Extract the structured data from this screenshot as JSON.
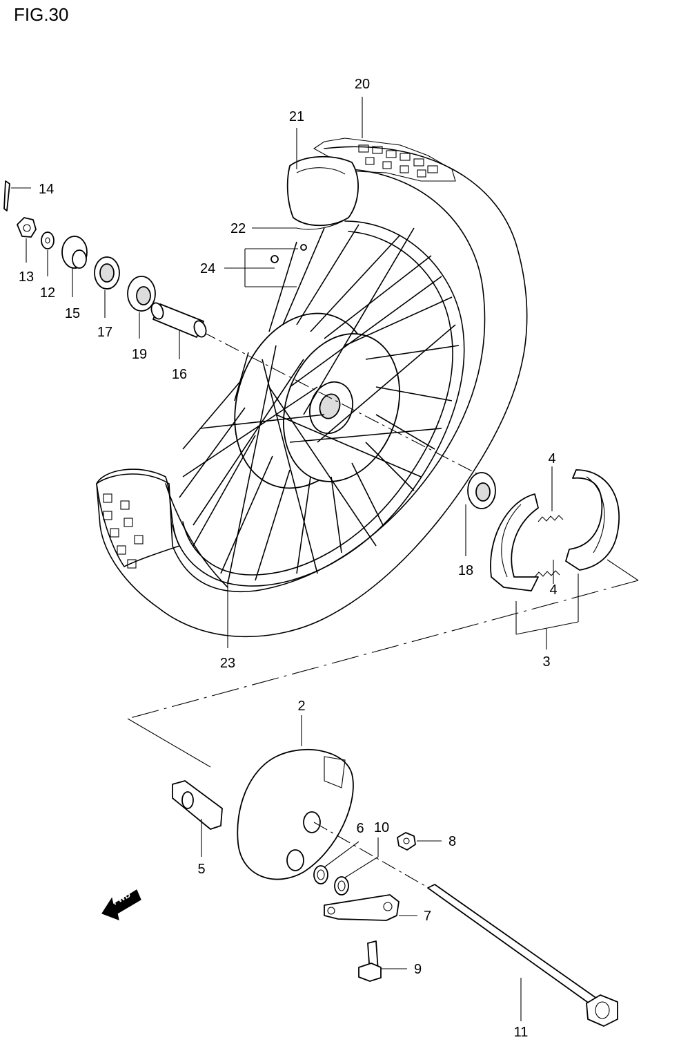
{
  "figure": {
    "title": "FIG.30",
    "fwd_label": "FWD"
  },
  "parts": [
    {
      "id": "p2",
      "label": "2"
    },
    {
      "id": "p3",
      "label": "3"
    },
    {
      "id": "p4a",
      "label": "4"
    },
    {
      "id": "p4b",
      "label": "4"
    },
    {
      "id": "p5",
      "label": "5"
    },
    {
      "id": "p6",
      "label": "6"
    },
    {
      "id": "p7",
      "label": "7"
    },
    {
      "id": "p8",
      "label": "8"
    },
    {
      "id": "p9",
      "label": "9"
    },
    {
      "id": "p10",
      "label": "10"
    },
    {
      "id": "p11",
      "label": "11"
    },
    {
      "id": "p12",
      "label": "12"
    },
    {
      "id": "p13",
      "label": "13"
    },
    {
      "id": "p14",
      "label": "14"
    },
    {
      "id": "p15",
      "label": "15"
    },
    {
      "id": "p16",
      "label": "16"
    },
    {
      "id": "p17",
      "label": "17"
    },
    {
      "id": "p18",
      "label": "18"
    },
    {
      "id": "p19",
      "label": "19"
    },
    {
      "id": "p20",
      "label": "20"
    },
    {
      "id": "p21",
      "label": "21"
    },
    {
      "id": "p22",
      "label": "22"
    },
    {
      "id": "p23",
      "label": "23"
    },
    {
      "id": "p24",
      "label": "24"
    }
  ]
}
